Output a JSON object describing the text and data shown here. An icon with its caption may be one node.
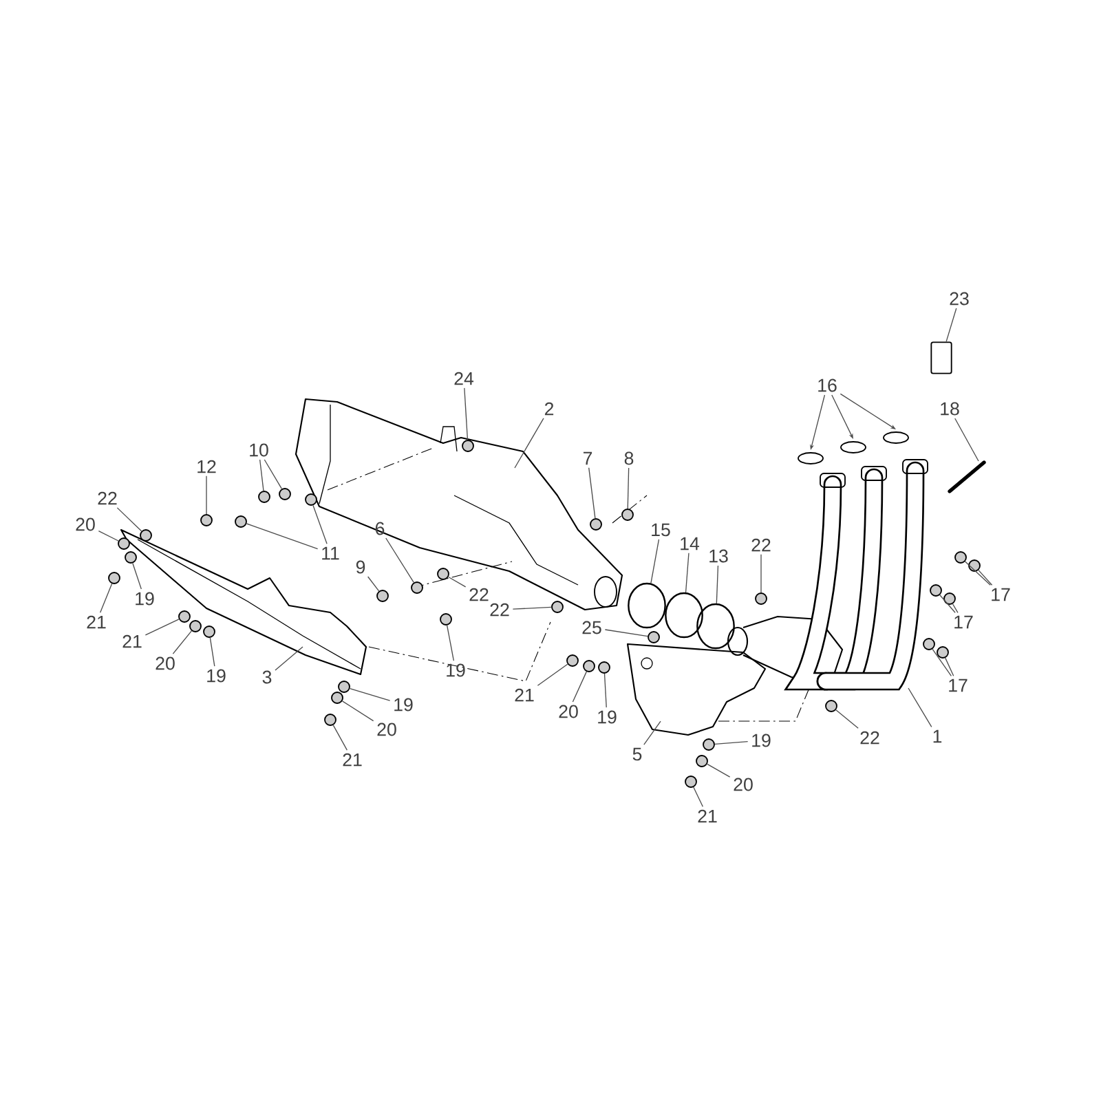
{
  "diagram": {
    "nodes": [
      {
        "text": [
          "23"
        ]
      },
      {
        "text": [
          "16"
        ]
      },
      {
        "text": [
          "18"
        ]
      },
      {
        "text": [
          "24"
        ]
      },
      {
        "text": [
          "2"
        ]
      },
      {
        "text": [
          "10"
        ]
      },
      {
        "text": [
          "12"
        ]
      },
      {
        "text": [
          "7"
        ]
      },
      {
        "text": [
          "8"
        ]
      },
      {
        "text": [
          "22"
        ]
      },
      {
        "text": [
          "20"
        ]
      },
      {
        "text": [
          "11"
        ]
      },
      {
        "text": [
          "6"
        ]
      },
      {
        "text": [
          "15"
        ]
      },
      {
        "text": [
          "14"
        ]
      },
      {
        "text": [
          "13"
        ]
      },
      {
        "text": [
          "22"
        ]
      },
      {
        "text": [
          "9"
        ]
      },
      {
        "text": [
          "19"
        ]
      },
      {
        "text": [
          "22"
        ]
      },
      {
        "text": [
          "22"
        ]
      },
      {
        "text": [
          "21"
        ]
      },
      {
        "text": [
          "17"
        ]
      },
      {
        "text": [
          "17"
        ]
      },
      {
        "text": [
          "25"
        ]
      },
      {
        "text": [
          "21"
        ]
      },
      {
        "text": [
          "20"
        ]
      },
      {
        "text": [
          "19"
        ]
      },
      {
        "text": [
          "19"
        ]
      },
      {
        "text": [
          "3"
        ]
      },
      {
        "text": [
          "17"
        ]
      },
      {
        "text": [
          "21"
        ]
      },
      {
        "text": [
          "20"
        ]
      },
      {
        "text": [
          "19"
        ]
      },
      {
        "text": [
          "19"
        ]
      },
      {
        "text": [
          "20"
        ]
      },
      {
        "text": [
          "22"
        ]
      },
      {
        "text": [
          "1"
        ]
      },
      {
        "text": [
          "5"
        ]
      },
      {
        "text": [
          "19"
        ]
      },
      {
        "text": [
          "21"
        ]
      },
      {
        "text": [
          "20"
        ]
      },
      {
        "text": [
          "21"
        ]
      },
      {
        "text": [],
        "shape": "box"
      },
      {
        "text": [],
        "shape": "circle"
      },
      {
        "text": [],
        "shape": "circle"
      },
      {
        "text": [],
        "shape": "circle"
      },
      {
        "text": [],
        "shape": "circle"
      },
      {
        "text": [],
        "shape": "circle"
      },
      {
        "text": [],
        "shape": "circle"
      },
      {
        "text": [],
        "shape": "circle"
      },
      {
        "text": [],
        "shape": "circle"
      },
      {
        "text": [],
        "shape": "circle"
      },
      {
        "text": [],
        "shape": "circle"
      },
      {
        "text": [],
        "shape": "circle"
      },
      {
        "text": [],
        "shape": "circle"
      },
      {
        "text": [],
        "shape": "circle"
      },
      {
        "text": [],
        "shape": "circle"
      },
      {
        "text": [],
        "shape": "circle"
      },
      {
        "text": [],
        "shape": "circle"
      },
      {
        "text": [],
        "shape": "circle"
      },
      {
        "text": [],
        "shape": "circle"
      },
      {
        "text": [],
        "shape": "circle"
      },
      {
        "text": [],
        "shape": "circle"
      },
      {
        "text": [],
        "shape": "circle"
      },
      {
        "text": [],
        "shape": "circle"
      },
      {
        "text": [],
        "shape": "circle"
      },
      {
        "text": [],
        "shape": "circle"
      },
      {
        "text": [],
        "shape": "circle"
      },
      {
        "text": [],
        "shape": "circle"
      },
      {
        "text": [],
        "shape": "circle"
      },
      {
        "text": [],
        "shape": "circle"
      },
      {
        "text": [],
        "shape": "circle"
      },
      {
        "text": [],
        "shape": "circle"
      },
      {
        "text": [],
        "shape": "circle"
      },
      {
        "text": [],
        "shape": "circle"
      },
      {
        "text": [],
        "shape": "circle"
      },
      {
        "text": [],
        "shape": "circle"
      },
      {
        "text": [],
        "shape": "circle"
      },
      {
        "text": [],
        "shape": "circle"
      },
      {
        "text": [],
        "shape": "circle"
      },
      {
        "text": [],
        "shape": "circle"
      },
      {
        "text": [],
        "shape": "ring"
      },
      {
        "text": [],
        "shape": "ring"
      },
      {
        "text": [],
        "shape": "ring"
      }
    ],
    "edges": [
      {
        "from": 0,
        "to": 43,
        "arrow": "none"
      },
      {
        "from": 1,
        "to": null,
        "arrow": "to"
      },
      {
        "from": 1,
        "to": null,
        "arrow": "to"
      },
      {
        "from": 1,
        "to": null,
        "arrow": "to"
      },
      {
        "from": 2,
        "to": null,
        "arrow": "none"
      },
      {
        "from": 3,
        "to": 44,
        "arrow": "none"
      },
      {
        "from": 4,
        "to": null,
        "arrow": "none"
      },
      {
        "from": 5,
        "to": 45,
        "arrow": "none"
      },
      {
        "from": 5,
        "to": 46,
        "arrow": "none"
      },
      {
        "from": 6,
        "to": 47,
        "arrow": "none"
      },
      {
        "from": 7,
        "to": 48,
        "arrow": "none"
      },
      {
        "from": 8,
        "to": 49,
        "arrow": "none"
      },
      {
        "from": 9,
        "to": 50,
        "arrow": "none"
      },
      {
        "from": 10,
        "to": 51,
        "arrow": "none"
      },
      {
        "from": 11,
        "to": 52,
        "arrow": "none"
      },
      {
        "from": 11,
        "to": 53,
        "arrow": "none"
      },
      {
        "from": 12,
        "to": 54,
        "arrow": "none"
      },
      {
        "from": 13,
        "to": 82,
        "arrow": "none"
      },
      {
        "from": 14,
        "to": 83,
        "arrow": "none"
      },
      {
        "from": 15,
        "to": 84,
        "arrow": "none"
      },
      {
        "from": 16,
        "to": 55,
        "arrow": "none"
      },
      {
        "from": 17,
        "to": 56,
        "arrow": "none"
      },
      {
        "from": 18,
        "to": 57,
        "arrow": "none"
      },
      {
        "from": 19,
        "to": 58,
        "arrow": "none"
      },
      {
        "from": 20,
        "to": 59,
        "arrow": "none"
      },
      {
        "from": 21,
        "to": 60,
        "arrow": "none"
      },
      {
        "from": 22,
        "to": 61,
        "arrow": "none"
      },
      {
        "from": 22,
        "to": 62,
        "arrow": "none"
      },
      {
        "from": 23,
        "to": 63,
        "arrow": "none"
      },
      {
        "from": 23,
        "to": 64,
        "arrow": "none"
      },
      {
        "from": 24,
        "to": 65,
        "arrow": "none"
      },
      {
        "from": 25,
        "to": 66,
        "arrow": "none"
      },
      {
        "from": 26,
        "to": 67,
        "arrow": "none"
      },
      {
        "from": 27,
        "to": 68,
        "arrow": "none"
      },
      {
        "from": 28,
        "to": 69,
        "arrow": "none"
      },
      {
        "from": 29,
        "to": null,
        "arrow": "none"
      },
      {
        "from": 30,
        "to": 70,
        "arrow": "none"
      },
      {
        "from": 30,
        "to": 71,
        "arrow": "none"
      },
      {
        "from": 31,
        "to": 72,
        "arrow": "none"
      },
      {
        "from": 32,
        "to": 73,
        "arrow": "none"
      },
      {
        "from": 33,
        "to": 74,
        "arrow": "none"
      },
      {
        "from": 34,
        "to": 75,
        "arrow": "none"
      },
      {
        "from": 35,
        "to": 76,
        "arrow": "none"
      },
      {
        "from": 36,
        "to": 77,
        "arrow": "none"
      },
      {
        "from": 37,
        "to": null,
        "arrow": "none"
      },
      {
        "from": 38,
        "to": null,
        "arrow": "none"
      },
      {
        "from": 39,
        "to": 78,
        "arrow": "none"
      },
      {
        "from": 40,
        "to": 79,
        "arrow": "none"
      },
      {
        "from": 41,
        "to": 80,
        "arrow": "none"
      },
      {
        "from": 42,
        "to": 81,
        "arrow": "none"
      }
    ]
  }
}
